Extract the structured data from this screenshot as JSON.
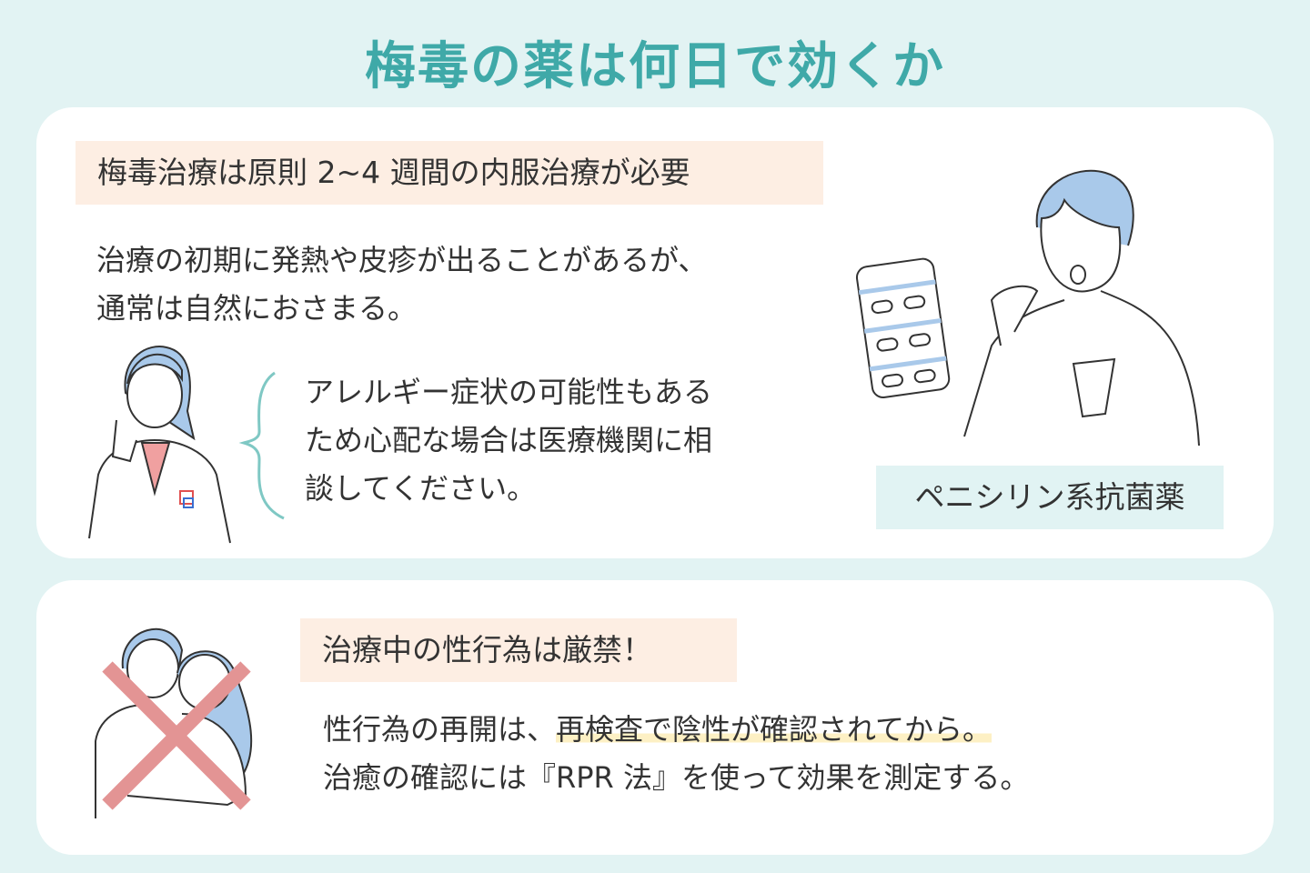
{
  "title": "梅毒の薬は何日で効くか",
  "section1": {
    "label": "梅毒治療は原則 2~4 週間の内服治療が必要",
    "body": [
      "治療の初期に発熱や皮疹が出ることがあるが、",
      "通常は自然におさまる。"
    ],
    "doctor_note": [
      "アレルギー症状の可能性もある",
      "ため心配な場合は医療機関に相",
      "談してください。"
    ],
    "medicine_label": "ペニシリン系抗菌薬"
  },
  "section2": {
    "label": "治療中の性行為は厳禁！",
    "body_line1_plain": "性行為の再開は、",
    "body_line1_highlight": "再検査で陰性が確認されてから。",
    "body_line2": "治癒の確認には『RPR 法』を使って効果を測定する。"
  },
  "colors": {
    "accent": "#3fa9a8",
    "background": "#e2f3f3",
    "label_bg": "#fdeee3",
    "highlight": "#fdf0c4",
    "cross": "#e39494",
    "hair": "#a9c9ea"
  }
}
